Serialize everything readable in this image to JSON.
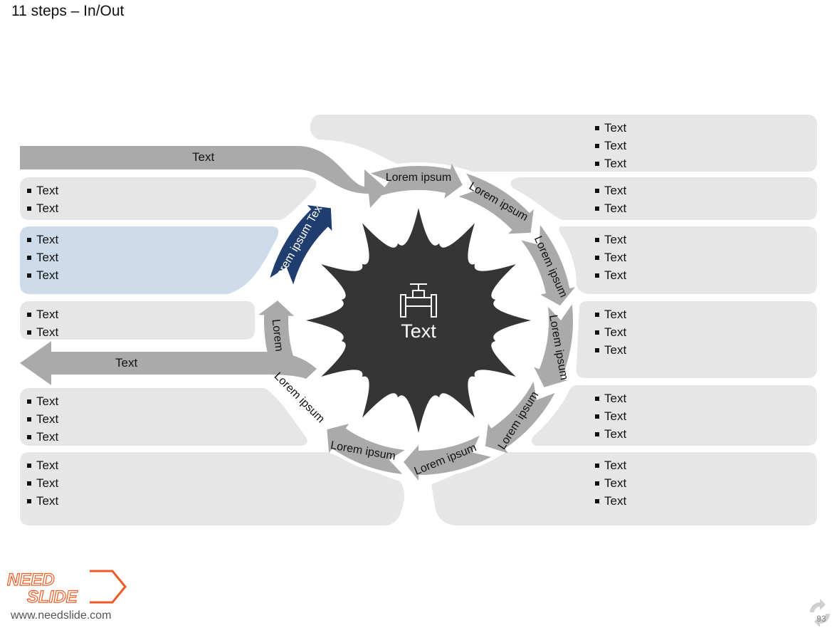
{
  "slide": {
    "title": "11 steps – In/Out",
    "url": "www.needslide.com",
    "page_number": "93",
    "logo_text": [
      "NEED",
      "SLIDE"
    ]
  },
  "center": {
    "label": "Text",
    "icon": "pipe-valve-icon",
    "color": "#353535"
  },
  "colors": {
    "panel": "#e6e6e6",
    "highlight_panel": "#cddbeb",
    "arrow": "#aaaaaa",
    "highlight_arrow": "#1f3d6e",
    "logo": "#ee5a24"
  },
  "in_bar": {
    "label": "Text"
  },
  "out_bar": {
    "label": "Text"
  },
  "arc_labels": [
    "Lorem ipsum",
    "Lorem ipsum",
    "Lorem ipsum",
    "Lorem ipsum",
    "Lorem ipsum",
    "Lorem ipsum",
    "Lorem ipsum",
    "Lorem ipsum",
    "Lorem",
    "Lorem ipsum Text"
  ],
  "left_panels": [
    {
      "items": [
        "Text",
        "Text"
      ]
    },
    {
      "items": [
        "Text",
        "Text",
        "Text"
      ]
    },
    {
      "items": [
        "Text",
        "Text"
      ]
    },
    {
      "items": [
        "Text",
        "Text",
        "Text"
      ]
    },
    {
      "items": [
        "Text",
        "Text",
        "Text"
      ]
    }
  ],
  "right_panels": [
    {
      "items": [
        "Text",
        "Text",
        "Text"
      ]
    },
    {
      "items": [
        "Text",
        "Text"
      ]
    },
    {
      "items": [
        "Text",
        "Text",
        "Text"
      ]
    },
    {
      "items": [
        "Text",
        "Text",
        "Text"
      ]
    },
    {
      "items": [
        "Text",
        "Text",
        "Text"
      ]
    },
    {
      "items": [
        "Text",
        "Text",
        "Text"
      ]
    }
  ]
}
